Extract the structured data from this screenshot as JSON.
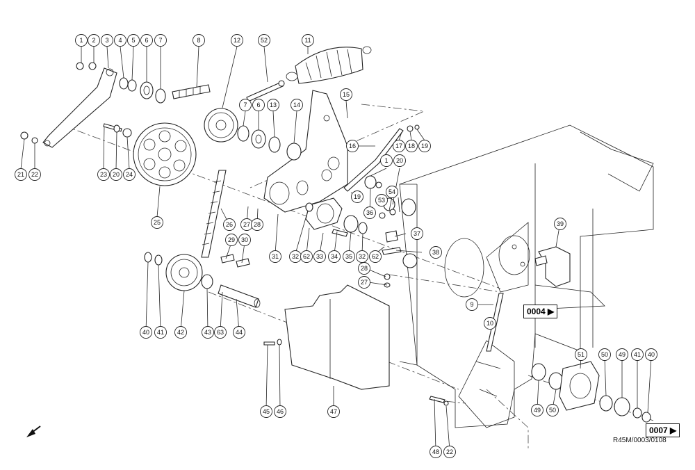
{
  "callouts": [
    "1",
    "2",
    "3",
    "4",
    "5",
    "6",
    "7",
    "8",
    "12",
    "52",
    "11",
    "15",
    "7",
    "6",
    "13",
    "14",
    "16",
    "17",
    "18",
    "19",
    "21",
    "22",
    "23",
    "20",
    "24",
    "25",
    "1",
    "20",
    "54",
    "53",
    "19",
    "36",
    "27",
    "28",
    "26",
    "29",
    "30",
    "31",
    "32",
    "62",
    "33",
    "34",
    "35",
    "32",
    "62",
    "37",
    "38",
    "39",
    "28",
    "27",
    "9",
    "10",
    "40",
    "41",
    "42",
    "43",
    "63",
    "44",
    "45",
    "46",
    "47",
    "48",
    "22",
    "49",
    "50",
    "51",
    "50",
    "49",
    "41",
    "40"
  ],
  "references": {
    "ref_0004": "0004 ▶",
    "ref_0007": "0007 ▶"
  },
  "drawing_code": "R45M/0003/0108",
  "icons": {
    "direction": "arrow-southwest-icon"
  }
}
